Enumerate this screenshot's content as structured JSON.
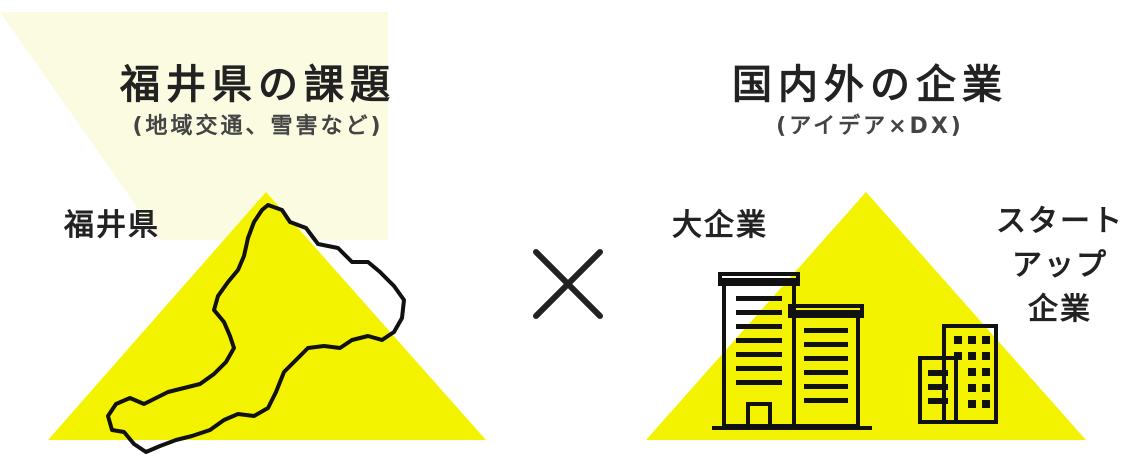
{
  "colors": {
    "accent_yellow": "#f3f300",
    "pale_yellow": "#fbfbe2",
    "ink": "#111111",
    "text": "#222222"
  },
  "left_block": {
    "title": "福井県の課題",
    "subtitle": "(地域交通、雪害など)",
    "label": "福井県",
    "icon": "fukui-map-outline-icon"
  },
  "multiply_symbol": {
    "icon": "multiply-cross-icon"
  },
  "right_block": {
    "title": "国内外の企業",
    "subtitle": "(アイデア×DX)",
    "label_large": "大企業",
    "label_startup_lines": [
      "スタート",
      "アップ",
      "企業"
    ],
    "icons": [
      "large-office-buildings-icon",
      "small-office-building-icon"
    ]
  }
}
